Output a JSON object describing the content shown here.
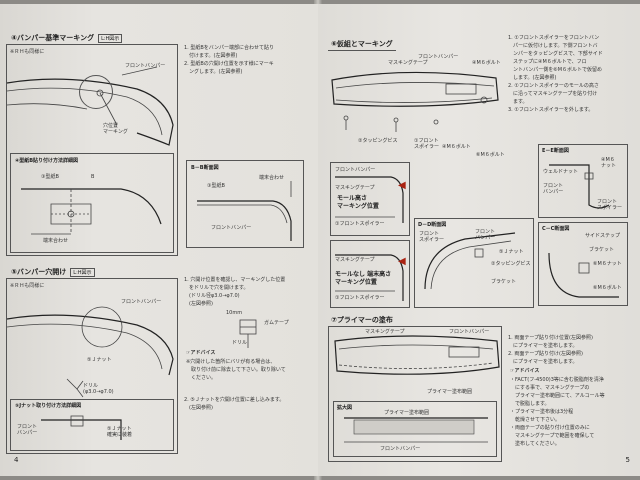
{
  "left": {
    "page_number": "4",
    "sec1": {
      "title": "④バンパー基準マーキング",
      "tag": "L:H図示",
      "rh_note": "※ＲＨも同様に",
      "front_bumper": "フロントバンパー",
      "marking": "穴位置",
      "marking2": "マーキング",
      "detail_title": "④型紙B貼り付け方法詳細図",
      "template_b": "③型紙B",
      "b_label": "B",
      "end_align": "端末合わせ",
      "steps": [
        "1. 型紙Bをバンパー端部に合わせて貼り",
        "　付けます。(左図参照)",
        "2. 型紙Bの穴開け位置を示す様にマーキ",
        "　ングします。(左図参照)"
      ],
      "section_title": "B－B断面図",
      "section_template": "③型紙B",
      "section_end": "端末合わせ",
      "section_bumper": "フロントバンパー"
    },
    "sec2": {
      "title": "⑤バンパー穴開け",
      "tag": "L:H図示",
      "rh_note": "※ＲＨも同様に",
      "front_bumper": "フロントバンパー",
      "jnut": "⑤Ｊナット",
      "drill": "ドリル",
      "drill_size": "(φ3.0→φ7.0)",
      "detail_title": "⑤Jナット取り付け方法詳細図",
      "front": "フロント",
      "bumper": "バンパー",
      "jnut2": "⑤Ｊナット",
      "fitting": "確実に装着",
      "steps": [
        "1. 穴開け位置を確認し、マーキングした位置",
        "　をドリルで穴を開けます。",
        "　(ドリル径φ3.0→φ7.0)",
        "　(左図参照)"
      ],
      "tape_size": "10mm",
      "gum_tape": "ガムテープ",
      "drill2": "ドリル",
      "advice": "アドバイス",
      "advice_text": [
        "※穴開けした箇所にバリが有る場合は、",
        "　取り付け前に除去して下さい。取り除いて",
        "　ください。"
      ],
      "step2": [
        "2. ⑤Ｊナットを穴開け位置に差し込みます。",
        "　(左図参照)"
      ]
    }
  },
  "right": {
    "page_number": "5",
    "sec1": {
      "title": "⑥仮組とマーキング",
      "front_bumper": "フロントバンパー",
      "masking": "マスキングテープ",
      "m6bolt": "④M６ボルト",
      "tapping": "②タッピングビス",
      "spoiler": "①フロント",
      "spoiler2": "スポイラー",
      "m6bolt2": "④M６ボルト",
      "m6bolt3": "⑥M６ボルト",
      "steps": [
        "1. ①フロントスポイラーをフロントバン",
        "　パーに仮付けします。下側フロントバ",
        "　ンパーをタッピングビスで、下部サイド",
        "　ステップに④M６ボルトで、フロ",
        "　ントバンパー側を⑥M６ボルトで仮留め",
        "　します。(左図参照)",
        "2. ①フロントスポイラーのモールの高さ",
        "　に沿ってマスキングテープを貼り付け",
        "　ます。",
        "3. ①フロントスポイラーを外します。"
      ],
      "ee_title": "E－E断面図",
      "m6nut": "④M６",
      "nut": "ナット",
      "welded_nut": "ウェルドナット",
      "front_bumper_s": "フロント",
      "bumper_s": "バンパー",
      "front_spoiler": "フロント",
      "spoiler_s": "スポイラー",
      "mold_high": "モール高さ",
      "marking_pos": "マーキング位置",
      "fs": "①フロントスポイラー",
      "dd_title": "D－D断面図",
      "fb_dd": "フロント",
      "spoiler_dd": "スポイラー",
      "fbumper_dd": "フロント",
      "bumper_dd": "バンパー",
      "jnut": "⑤Ｊナット",
      "tapping2": "②タッピングビス",
      "bracket": "ブラケット",
      "cc_title": "C－C断面図",
      "side_step": "サイドステップ",
      "bracket2": "ブラケット",
      "m6nut2": "⑥M６ナット",
      "m6bolt4": "⑥M６ボルト",
      "mold_none": "モールなし 端末高さ",
      "marking_pos2": "マーキング位置",
      "masking2": "マスキングテープ",
      "fs2": "①フロントスポイラー",
      "fb2": "フロントバンパー"
    },
    "sec2": {
      "title": "⑦プライマーの塗布",
      "masking": "マスキングテープ",
      "front_bumper": "フロントバンパー",
      "primer_area": "プライマー塗布範囲",
      "zoom": "拡大図",
      "primer_area2": "プライマー塗布範囲",
      "fb_bottom": "フロントバンパー",
      "steps": [
        "1. 両面テープ貼り付け位置(左図参照)",
        "　にプライマーを塗布します。",
        "2. 両面テープ貼り付け(左図参照)",
        "　にプライマーを塗布します。"
      ],
      "advice": "アドバイス",
      "advice_text": [
        "・FACT(フ-4500)3等に含む脱脂剤を清浄",
        "　にする事で、マスキングテープの",
        "　プライマー塗布範囲にて、アルコール等",
        "　で脱脂します。",
        "・プライマー塗布後は3分程",
        "　乾燥させて下さい。",
        "・両面テープの貼り付け位置のみに",
        "　マスキングテープで範囲を確保して",
        "　塗布してください。"
      ]
    }
  }
}
